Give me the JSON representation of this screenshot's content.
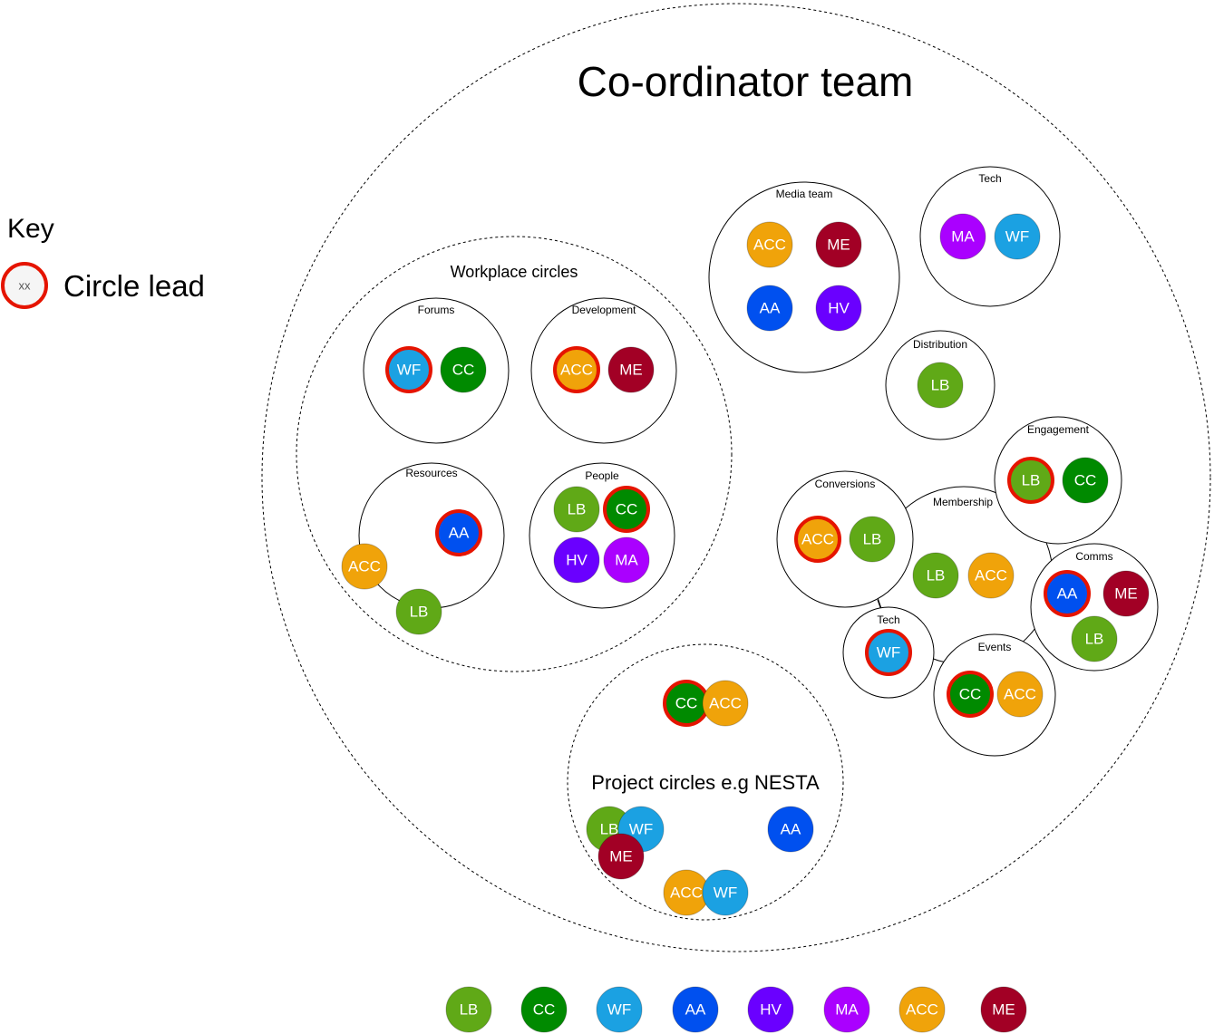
{
  "colors": {
    "LB": "#60a917",
    "CC": "#008a00",
    "WF": "#1ba1e2",
    "AA": "#0050ef",
    "HV": "#6a00ff",
    "MA": "#aa00ff",
    "ACC": "#f0a30a",
    "ME": "#a20025",
    "lead_ring": "#e51400",
    "key_fill": "#f5f5f5"
  },
  "title": "Co-ordinator team",
  "key": {
    "title": "Key",
    "sample": "xx",
    "label": "Circle lead"
  },
  "groups": {
    "workplace": "Workplace circles",
    "project": "Project circles e.g NESTA"
  },
  "circles": {
    "forums": "Forums",
    "development": "Development",
    "resources": "Resources",
    "people": "People",
    "media_team": "Media team",
    "tech_top": "Tech",
    "distribution": "Distribution",
    "engagement": "Engagement",
    "conversions": "Conversions",
    "membership": "Membership",
    "comms": "Comms",
    "tech_lower": "Tech",
    "events": "Events"
  },
  "nodes": [
    {
      "label": "WF",
      "lead": true
    },
    {
      "label": "CC",
      "lead": false
    },
    {
      "label": "ACC",
      "lead": true
    },
    {
      "label": "ME",
      "lead": false
    },
    {
      "label": "AA",
      "lead": true
    },
    {
      "label": "ACC",
      "lead": false
    },
    {
      "label": "LB",
      "lead": false
    },
    {
      "label": "LB",
      "lead": false
    },
    {
      "label": "CC",
      "lead": true
    },
    {
      "label": "HV",
      "lead": false
    },
    {
      "label": "MA",
      "lead": false
    },
    {
      "label": "ACC",
      "lead": false
    },
    {
      "label": "ME",
      "lead": false
    },
    {
      "label": "AA",
      "lead": false
    },
    {
      "label": "HV",
      "lead": false
    },
    {
      "label": "MA",
      "lead": false
    },
    {
      "label": "WF",
      "lead": false
    },
    {
      "label": "LB",
      "lead": false
    },
    {
      "label": "LB",
      "lead": true
    },
    {
      "label": "CC",
      "lead": false
    },
    {
      "label": "ACC",
      "lead": true
    },
    {
      "label": "LB",
      "lead": false
    },
    {
      "label": "LB",
      "lead": false
    },
    {
      "label": "ACC",
      "lead": false
    },
    {
      "label": "AA",
      "lead": true
    },
    {
      "label": "ME",
      "lead": false
    },
    {
      "label": "LB",
      "lead": false
    },
    {
      "label": "WF",
      "lead": true
    },
    {
      "label": "CC",
      "lead": true
    },
    {
      "label": "ACC",
      "lead": false
    },
    {
      "label": "CC",
      "lead": true
    },
    {
      "label": "ACC",
      "lead": false
    },
    {
      "label": "LB",
      "lead": false
    },
    {
      "label": "WF",
      "lead": false
    },
    {
      "label": "ME",
      "lead": false
    },
    {
      "label": "AA",
      "lead": false
    },
    {
      "label": "ACC",
      "lead": false
    },
    {
      "label": "WF",
      "lead": false
    }
  ],
  "legend": [
    "LB",
    "CC",
    "WF",
    "AA",
    "HV",
    "MA",
    "ACC",
    "ME"
  ]
}
